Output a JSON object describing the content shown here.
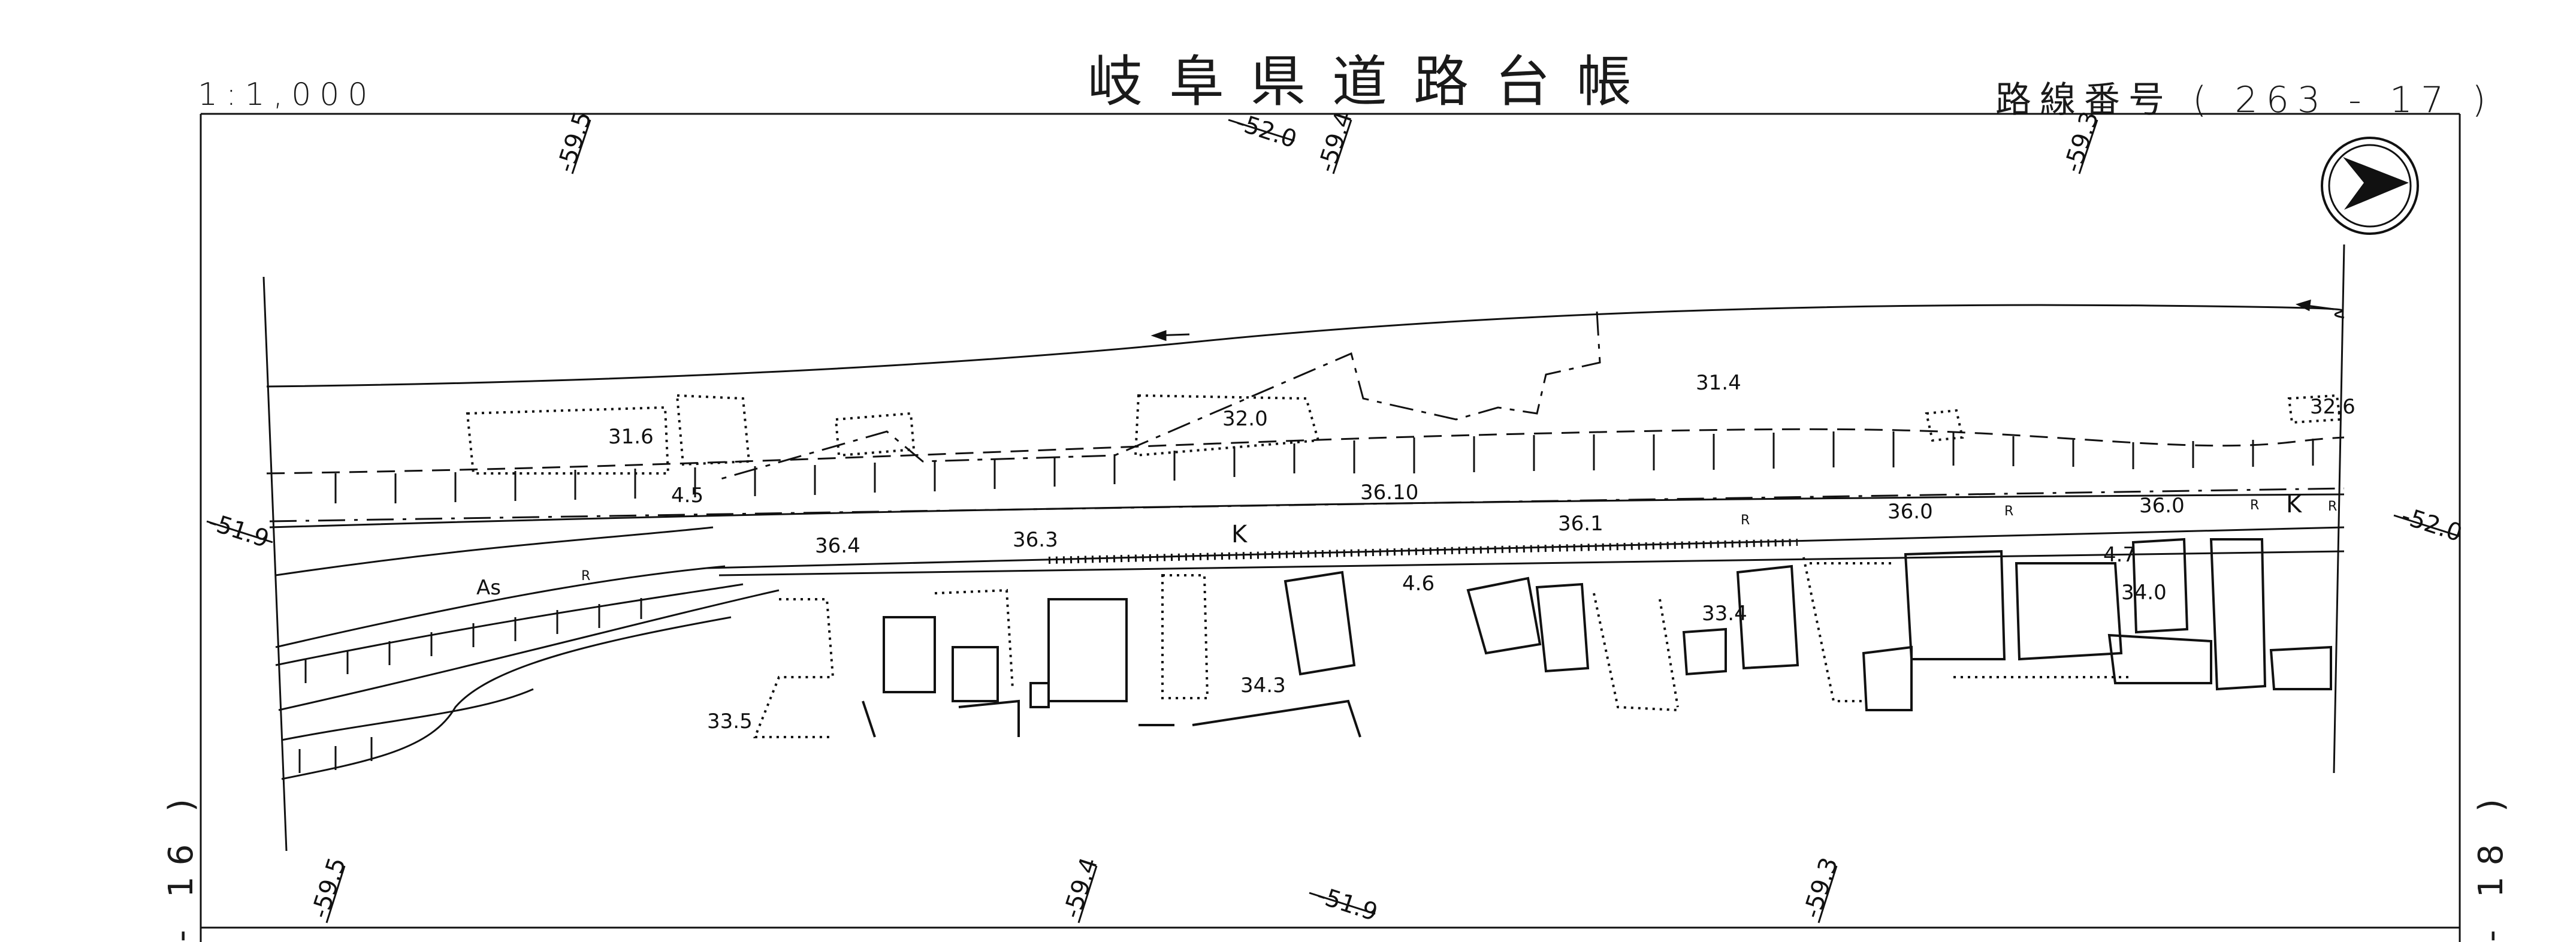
{
  "header": {
    "title": "岐阜県道路台帳",
    "scale": "1:1,000",
    "route_number": "路線番号 ( 263 - 17 )"
  },
  "side_labels": {
    "left": "- 16 )",
    "right": "- 18 )"
  },
  "grid_labels": {
    "top": [
      "-59.5",
      "-52.0",
      "-59.4",
      "-59.3"
    ],
    "bottom": [
      "-59.5",
      "-59.4",
      "-51.9",
      "-59.3"
    ],
    "left": "-51.9",
    "right": "-52.0"
  },
  "map": {
    "north_arrow_icon": "north-arrow-icon",
    "flow_arrows": [
      "flow-arrow-icon",
      "flow-arrow-icon"
    ],
    "elevations": [
      "31.6",
      "32.0",
      "31.4",
      "32.6",
      "36.10",
      "36.1",
      "36.0",
      "36.0",
      "36.4",
      "36.3",
      "4.5",
      "4.6",
      "4.7",
      "33.4",
      "34.0",
      "34.3",
      "33.5"
    ],
    "road_labels": [
      "K",
      "K",
      "As",
      "R",
      "R",
      "R",
      "R",
      "R"
    ]
  }
}
